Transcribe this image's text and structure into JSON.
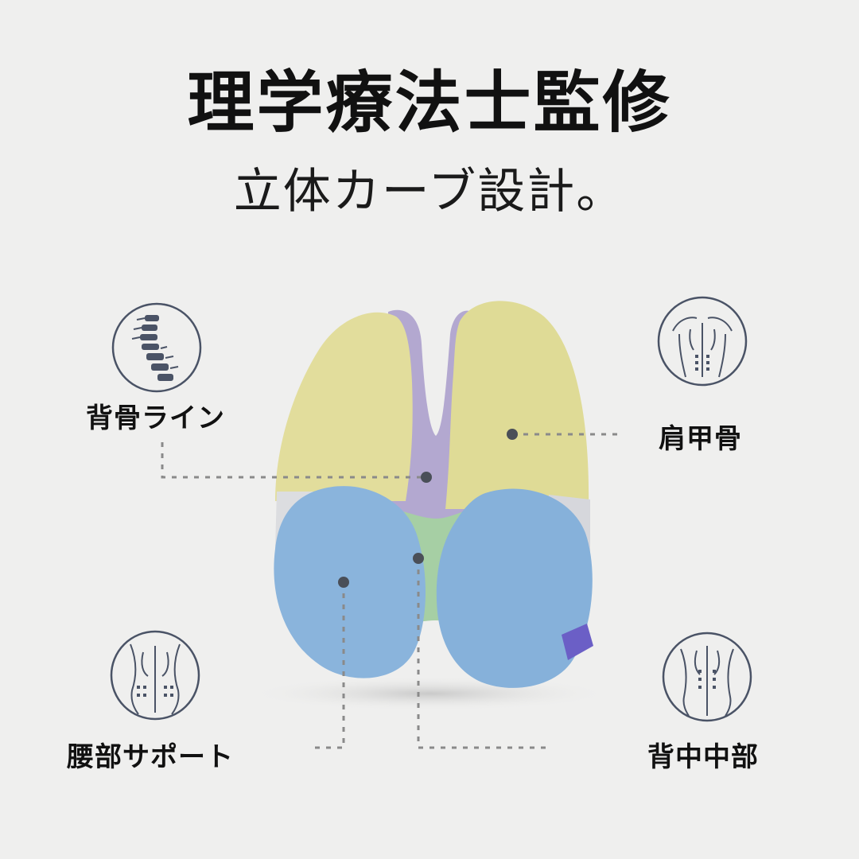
{
  "headline": "理学療法士監修",
  "subline": "立体カーブ設計。",
  "callouts": {
    "spine_line": "背骨ライン",
    "shoulder_blade": "肩甲骨",
    "lumbar_support": "腰部サポート",
    "mid_back": "背中中部"
  },
  "icons": {
    "spine_line": "spine-icon",
    "shoulder_blade": "back-scapula-icon",
    "lumbar_support": "lower-back-icon",
    "mid_back": "mid-back-icon"
  },
  "colors": {
    "background": "#efefee",
    "upper_wings": "#e2dd9c",
    "center_ridge": "#b3a8d0",
    "lower_lobes": "#8ab4dc",
    "center_bridge": "#a6cfa4",
    "icon_line": "#4a5366",
    "leader_line": "#8a8a8a"
  }
}
